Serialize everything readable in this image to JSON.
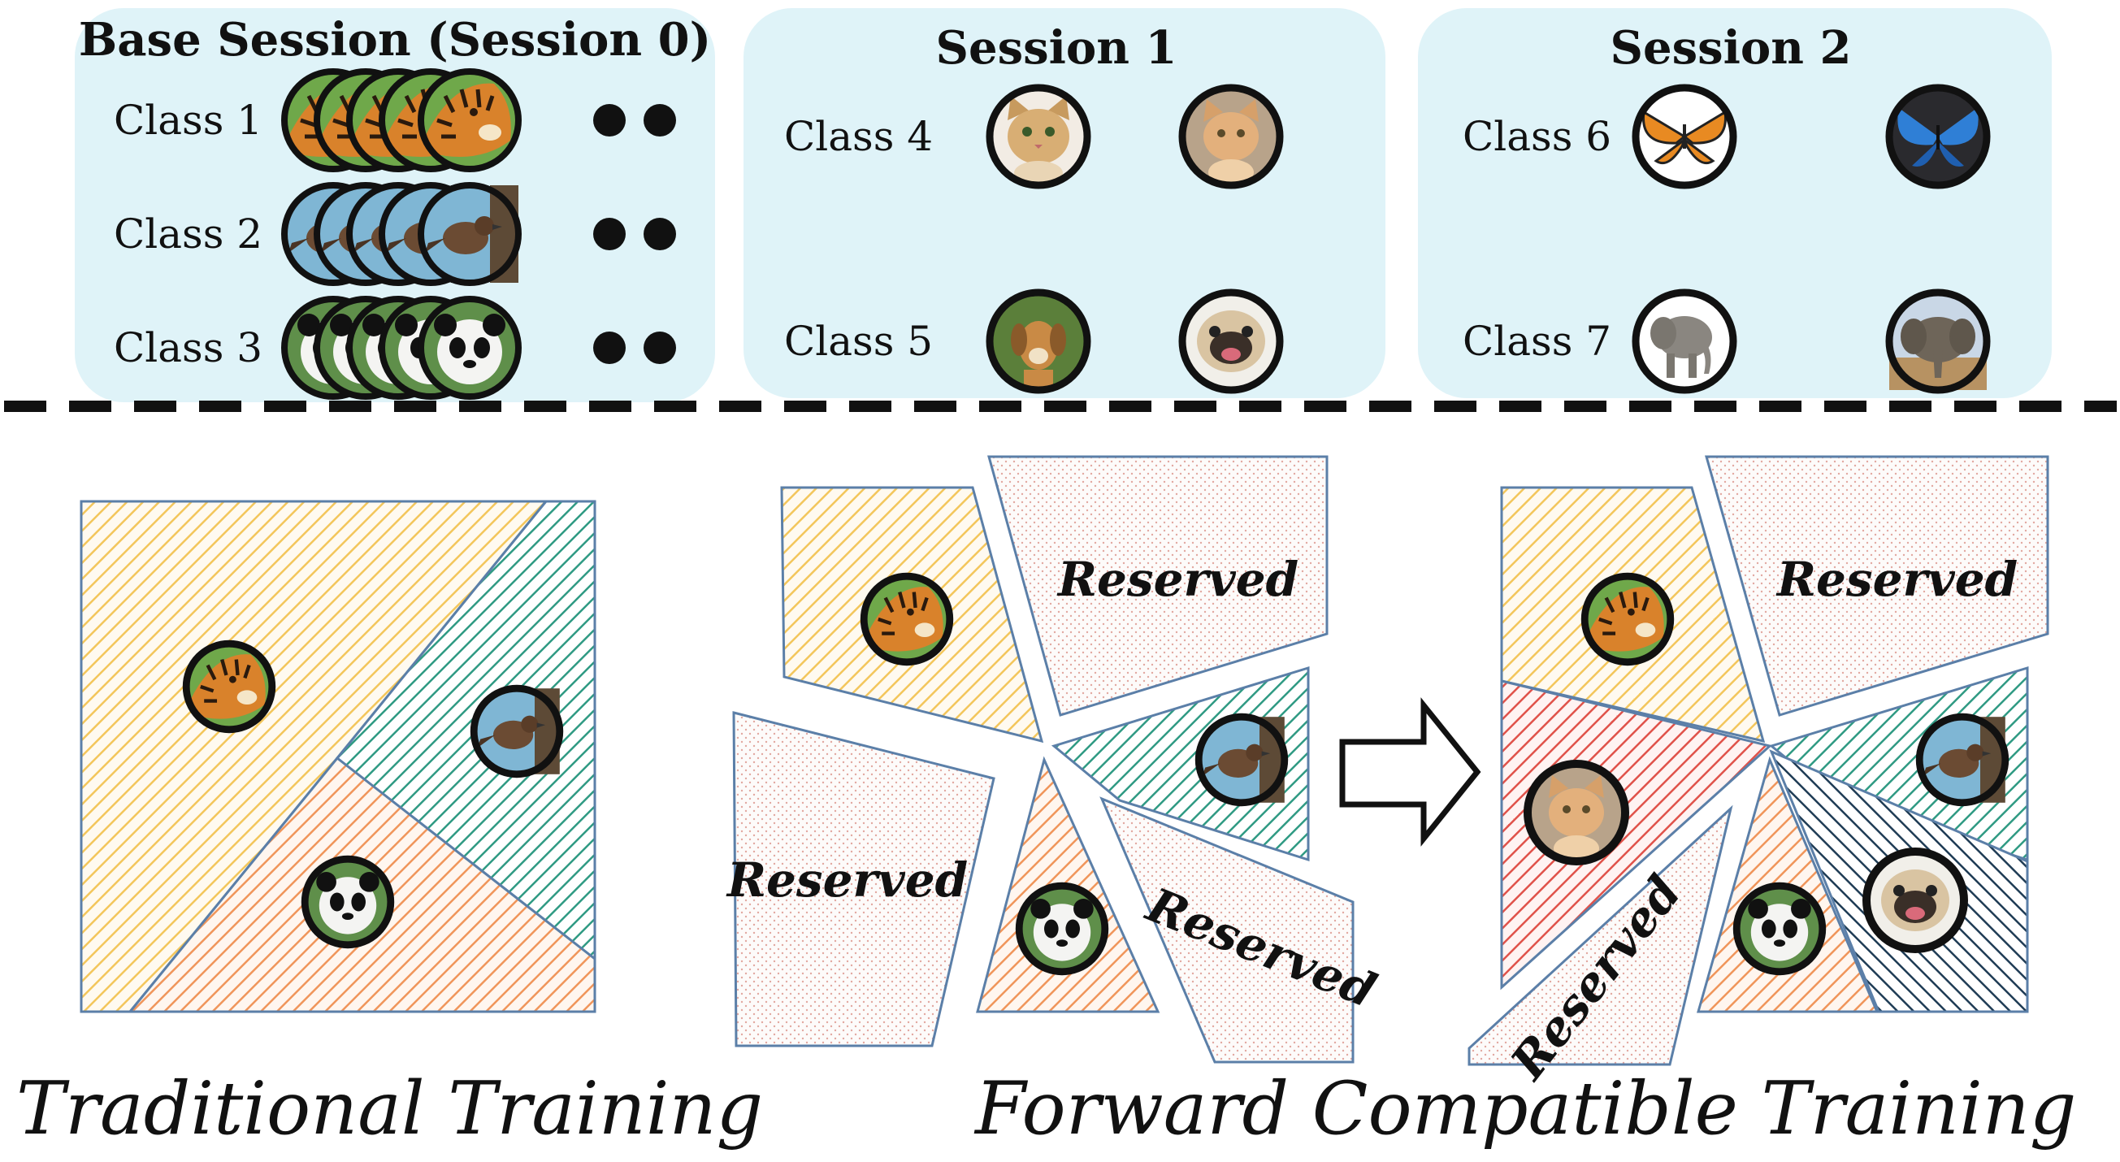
{
  "sessions": {
    "base": {
      "title": "Base Session (Session 0)",
      "classes": [
        {
          "label": "Class 1",
          "animal": "tiger-photo"
        },
        {
          "label": "Class 2",
          "animal": "bird-photo"
        },
        {
          "label": "Class 3",
          "animal": "panda-photo"
        }
      ]
    },
    "session1": {
      "title": "Session 1",
      "classes": [
        {
          "label": "Class 4",
          "animal": "cat-photo"
        },
        {
          "label": "Class 5",
          "animal": "dog-photo"
        }
      ]
    },
    "session2": {
      "title": "Session 2",
      "classes": [
        {
          "label": "Class 6",
          "animal": "butterfly-photo"
        },
        {
          "label": "Class 7",
          "animal": "elephant-photo"
        }
      ]
    }
  },
  "bottom": {
    "traditional_caption": "Traditional Training",
    "forward_caption": "Forward Compatible Training",
    "reserved_label": "Reserved"
  },
  "colors": {
    "session_box": "#dff3f8",
    "tiger_region": "#f3c65b",
    "panda_region": "#f0955a",
    "bird_region": "#2f9a83",
    "cat_region": "#e0524a",
    "dog_region": "#1f3c55",
    "reserved_dots": "#e2a8a0",
    "outline": "#5b7fa8"
  }
}
